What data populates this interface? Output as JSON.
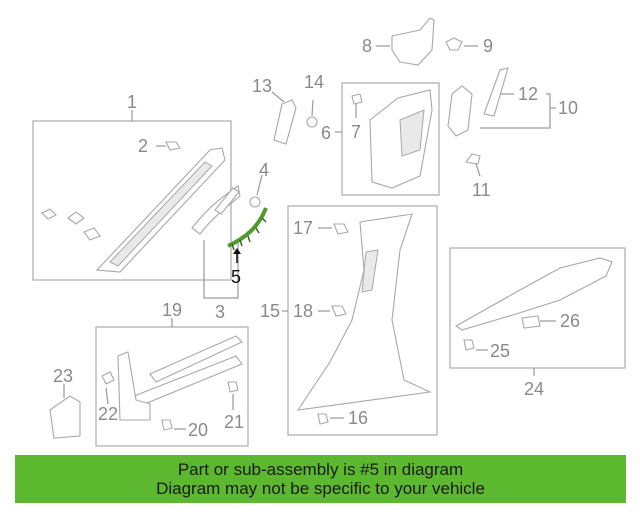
{
  "diagram": {
    "callouts": [
      "1",
      "2",
      "3",
      "4",
      "5",
      "6",
      "7",
      "8",
      "9",
      "10",
      "11",
      "12",
      "13",
      "14",
      "15",
      "16",
      "17",
      "18",
      "19",
      "20",
      "21",
      "22",
      "23",
      "24",
      "25",
      "26"
    ],
    "highlight_color": "#4f9a2c"
  },
  "banner": {
    "line1": "Part or sub-assembly is #5 in diagram",
    "line2": "Diagram may not be specific to your vehicle",
    "color": "#5cb82f"
  }
}
